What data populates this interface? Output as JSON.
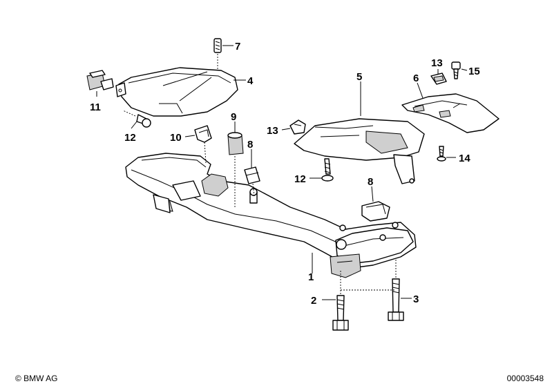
{
  "callouts": [
    {
      "id": "c1",
      "label": "1"
    },
    {
      "id": "c2",
      "label": "2"
    },
    {
      "id": "c3",
      "label": "3"
    },
    {
      "id": "c4",
      "label": "4"
    },
    {
      "id": "c5",
      "label": "5"
    },
    {
      "id": "c6",
      "label": "6"
    },
    {
      "id": "c7",
      "label": "7"
    },
    {
      "id": "c8a",
      "label": "8"
    },
    {
      "id": "c8b",
      "label": "8"
    },
    {
      "id": "c9",
      "label": "9"
    },
    {
      "id": "c10",
      "label": "10"
    },
    {
      "id": "c11",
      "label": "11"
    },
    {
      "id": "c12a",
      "label": "12"
    },
    {
      "id": "c12b",
      "label": "12"
    },
    {
      "id": "c13a",
      "label": "13"
    },
    {
      "id": "c13b",
      "label": "13"
    },
    {
      "id": "c14",
      "label": "14"
    },
    {
      "id": "c15",
      "label": "15"
    }
  ],
  "footer": {
    "copyright": "© BMW AG",
    "image_number": "00003548"
  }
}
